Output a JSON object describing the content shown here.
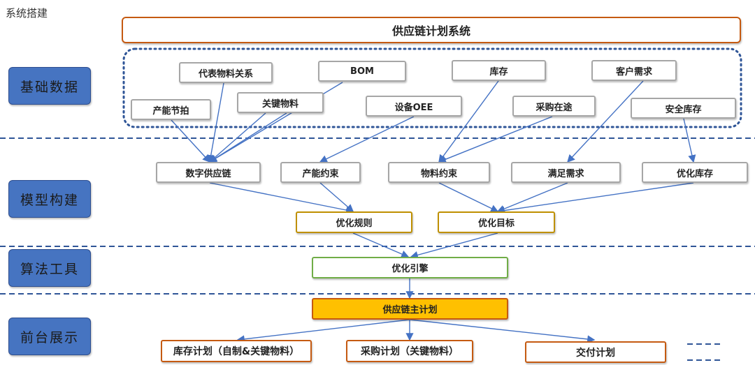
{
  "header": {
    "caption": "系统搭建"
  },
  "title": "供应链计划系统",
  "layers": {
    "base_data": "基础数据",
    "model": "模型构建",
    "algorithm": "算法工具",
    "frontend": "前台展示"
  },
  "base_nodes": {
    "rep_materials": "代表物料关系",
    "bom": "BOM",
    "inventory": "库存",
    "customer_demand": "客户需求",
    "takt": "产能节拍",
    "key_materials": "关键物料",
    "oee": "设备OEE",
    "in_transit": "采购在途",
    "safety_stock": "安全库存"
  },
  "model_nodes": {
    "digital_sc": "数字供应链",
    "capacity": "产能约束",
    "material": "物料约束",
    "demand": "满足需求",
    "opt_inventory": "优化库存"
  },
  "rule_nodes": {
    "rules": "优化规则",
    "targets": "优化目标"
  },
  "engine": "优化引擎",
  "master_plan": "供应链主计划",
  "outputs": {
    "inventory_plan": "库存计划（自制&关键物料）",
    "purchase_plan": "采购计划（关键物料）",
    "delivery_plan": "交付计划"
  },
  "colors": {
    "layer_fill": "#4674c1",
    "separator": "#2f5597",
    "arrow": "#4472c4",
    "title_border": "#c55a11",
    "rule_border": "#bf9000",
    "engine_border": "#70ad47",
    "master_fill": "#ffc000"
  }
}
